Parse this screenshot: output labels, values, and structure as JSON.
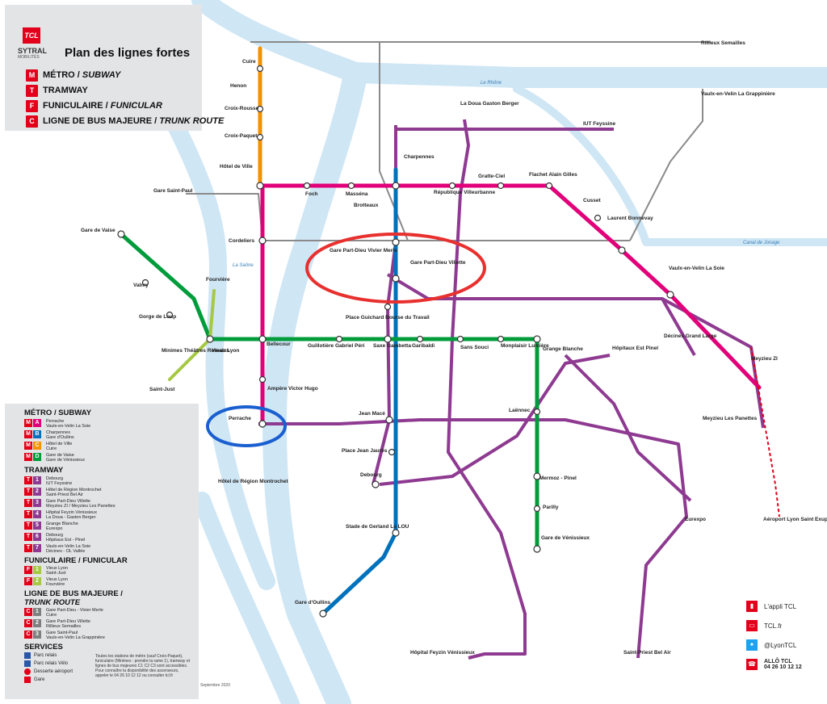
{
  "header": {
    "brand": "SYTRAL",
    "brand_sub": "MOBILITÉS",
    "logo_text": "TCL",
    "title": "Plan des lignes fortes",
    "modes": [
      {
        "badge": "M",
        "label": "MÉTRO / ",
        "label_en": "SUBWAY"
      },
      {
        "badge": "T",
        "label": "TRAMWAY",
        "label_en": ""
      },
      {
        "badge": "F",
        "label": "FUNICULAIRE / ",
        "label_en": "FUNICULAR"
      },
      {
        "badge": "C",
        "label": "LIGNE DE BUS MAJEURE / ",
        "label_en": "TRUNK ROUTE"
      }
    ]
  },
  "legend": {
    "metro_title": "MÉTRO / SUBWAY",
    "metro": [
      {
        "code": "A",
        "color": "#e2007a",
        "text": "Perrache\nVaulx-en-Velin La Soie"
      },
      {
        "code": "B",
        "color": "#0072bc",
        "text": "Charpennes\nGare d'Oullins"
      },
      {
        "code": "C",
        "color": "#f39200",
        "text": "Hôtel de Ville\nCuire"
      },
      {
        "code": "D",
        "color": "#009c3b",
        "text": "Gare de Vaise\nGare de Vénissieux"
      }
    ],
    "tram_title": "TRAMWAY",
    "tram": [
      {
        "code": "1",
        "text": "Debourg\nIUT Feyssine"
      },
      {
        "code": "2",
        "text": "Hôtel de Région Montrochet\nSaint-Priest Bel Air"
      },
      {
        "code": "3",
        "text": "Gare Part-Dieu Villette\nMeyzieu ZI / Meyzieu Les Panettes"
      },
      {
        "code": "4",
        "text": "Hôpital Feyzin Vénissieux\nLa Doua - Gaston Berger"
      },
      {
        "code": "5",
        "text": "Grange Blanche\nEurexpo"
      },
      {
        "code": "6",
        "text": "Debourg\nHôpitaux Est - Pinel"
      },
      {
        "code": "7",
        "text": "Vaulx-en-Velin La Soie\nDécines - OL Vallée"
      }
    ],
    "funi_title": "FUNICULAIRE / FUNICULAR",
    "funi": [
      {
        "code": "1",
        "text": "Vieux Lyon\nSaint-Just"
      },
      {
        "code": "2",
        "text": "Vieux Lyon\nFourvière"
      }
    ],
    "bus_title": "LIGNE DE BUS MAJEURE /",
    "bus_title2": "TRUNK ROUTE",
    "bus": [
      {
        "code": "1",
        "text": "Gare Part-Dieu - Vivier Merle\nCuire"
      },
      {
        "code": "2",
        "text": "Gare Part-Dieu Villette\nRillieux Semailles"
      },
      {
        "code": "3",
        "text": "Gare Saint-Paul\nVaulx-en-Velin La Grappinière"
      }
    ],
    "services_title": "SERVICES",
    "services": [
      "Parc relais",
      "Parc relais Vélo",
      "Desserte aéroport",
      "Gare"
    ],
    "access_note": "Toutes les stations de métro (sauf Croix-Paquet), funiculaire (Minimes : prendre la rame 1), tramway et lignes de bus majeures C1 C2 C3 sont accessibles. Pour connaître la disponibilité des ascenseurs, appeler le 04 26 10 12 12 ou consulter tcl.fr",
    "date": "Septembre 2020"
  },
  "right_panel": {
    "app": "L'appli TCL",
    "web": "TCL.fr",
    "twitter": "@LyonTCL",
    "phone_title": "ALLÔ TCL",
    "phone": "04 26 10 12 12"
  },
  "colors": {
    "metro_a": "#e2007a",
    "metro_b": "#0072bc",
    "metro_c": "#f39200",
    "metro_d": "#009c3b",
    "tram": "#8e3a91",
    "bus": "#7f7f7f",
    "funi": "#a6c844",
    "river": "#cfe6f5",
    "tcl_red": "#e2001a"
  },
  "rivers": {
    "rhone": "Le Rhône",
    "saone": "La Saône",
    "canal": "Canal de Jonage"
  },
  "stations": [
    "Cuire",
    "Henon",
    "Croix-Rousse",
    "Croix-Paquet",
    "Hôtel de Ville",
    "Foch",
    "Masséna",
    "Brotteaux",
    "Charpennes",
    "République Villeurbanne",
    "Gratte-Ciel",
    "Flachet Alain Gilles",
    "Cusset",
    "Laurent Bonnevay",
    "Vaulx-en-Velin La Soie",
    "Gare de Vaise",
    "Valmy",
    "Gorge de Loup",
    "Vieux Lyon",
    "Bellecour",
    "Cordeliers",
    "Guillotière Gabriel Péri",
    "Saxe Gambetta",
    "Garibaldi",
    "Sans Souci",
    "Monplaisir Lumière",
    "Grange Blanche",
    "Laënnec",
    "Mermoz - Pinel",
    "Parilly",
    "Gare de Vénissieux",
    "Ampère Victor Hugo",
    "Perrache",
    "Jean Macé",
    "Place Jean Jaurès",
    "Debourg",
    "Stade de Gerland Le LOU",
    "Gare d'Oullins",
    "Place Guichard Bourse du Travail",
    "Gare Part-Dieu Vivier Merle",
    "Gare Part-Dieu Villette",
    "Hôtel de Région Montrochet",
    "Gare Saint-Paul",
    "Fourvière",
    "Minimes Théâtres Romains",
    "Saint-Just",
    "Aéroport Lyon Saint Exupéry",
    "IUT Feyssine",
    "La Doua Gaston Berger",
    "Hôpitaux Est Pinel",
    "Eurexpo",
    "Saint-Priest Bel Air",
    "Hôpital Feyzin Vénissieux",
    "Meyzieu ZI",
    "Meyzieu Les Panettes",
    "Décines Grand Large",
    "Rillieux Semailles",
    "Vaulx-en-Velin La Grappinière"
  ]
}
